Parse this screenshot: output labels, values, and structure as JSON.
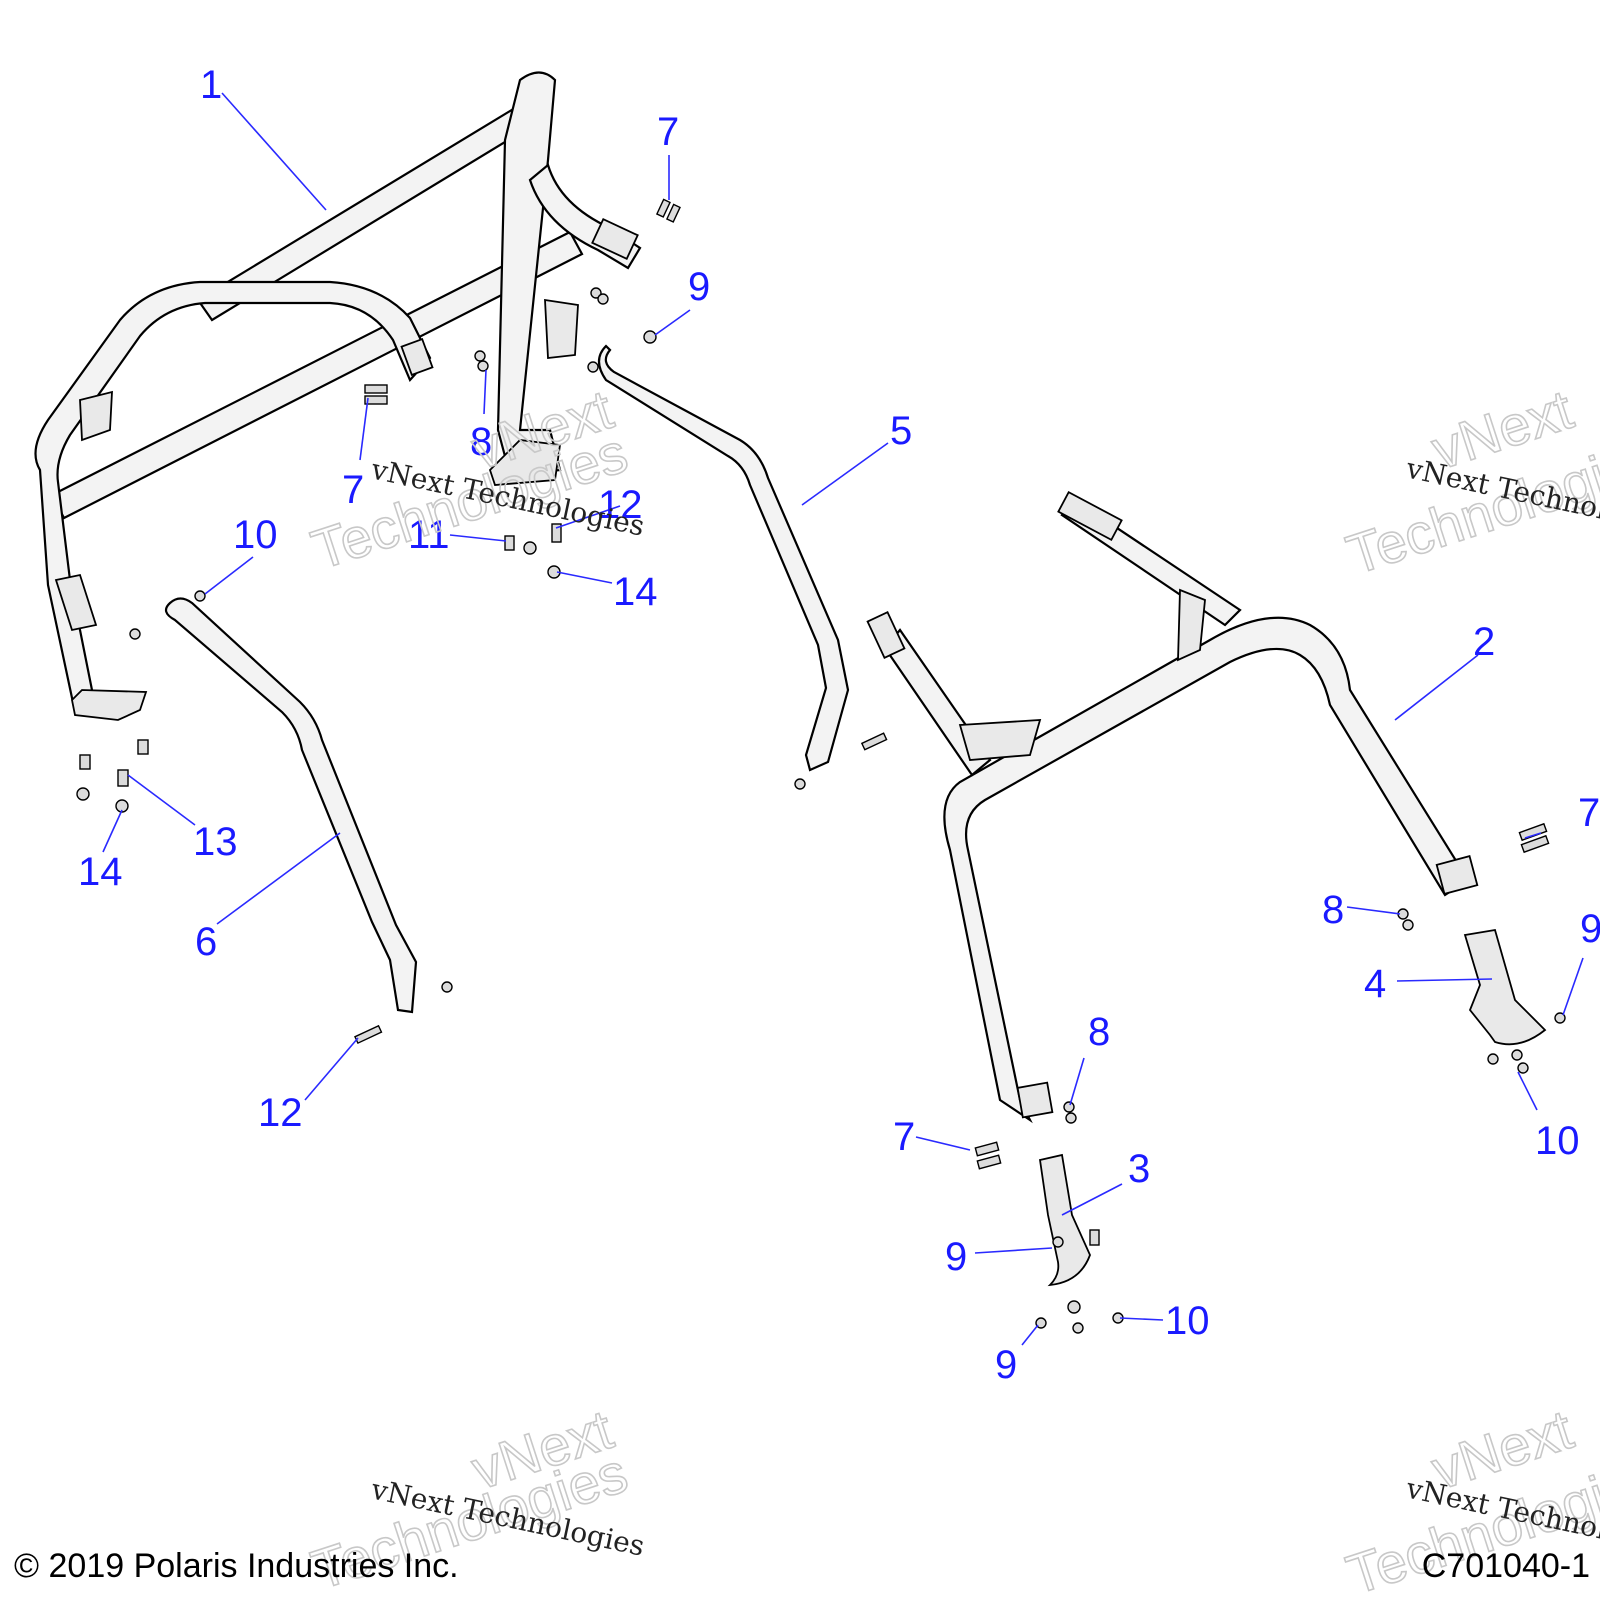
{
  "diagram": {
    "callouts": [
      {
        "id": "c1",
        "label": "1"
      },
      {
        "id": "c2",
        "label": "2"
      },
      {
        "id": "c3",
        "label": "3"
      },
      {
        "id": "c4",
        "label": "4"
      },
      {
        "id": "c5",
        "label": "5"
      },
      {
        "id": "c6",
        "label": "6"
      },
      {
        "id": "c7a",
        "label": "7"
      },
      {
        "id": "c7b",
        "label": "7"
      },
      {
        "id": "c7c",
        "label": "7"
      },
      {
        "id": "c7d",
        "label": "7"
      },
      {
        "id": "c8a",
        "label": "8"
      },
      {
        "id": "c8b",
        "label": "8"
      },
      {
        "id": "c8c",
        "label": "8"
      },
      {
        "id": "c9a",
        "label": "9"
      },
      {
        "id": "c9b",
        "label": "9"
      },
      {
        "id": "c9c",
        "label": "9"
      },
      {
        "id": "c9d",
        "label": "9"
      },
      {
        "id": "c10a",
        "label": "10"
      },
      {
        "id": "c10b",
        "label": "10"
      },
      {
        "id": "c10c",
        "label": "10"
      },
      {
        "id": "c11",
        "label": "11"
      },
      {
        "id": "c12a",
        "label": "12"
      },
      {
        "id": "c12b",
        "label": "12"
      },
      {
        "id": "c13",
        "label": "13"
      },
      {
        "id": "c14a",
        "label": "14"
      },
      {
        "id": "c14b",
        "label": "14"
      }
    ]
  },
  "watermark": {
    "line1": "vNext Technologies",
    "line2a": "vNext",
    "line2b": "Technologies"
  },
  "footer": {
    "copyright": "© 2019 Polaris Industries Inc.",
    "figure_id": "C701040-1"
  },
  "colors": {
    "callout": "#1a1aff",
    "line_art": "#000000",
    "background": "#ffffff"
  }
}
